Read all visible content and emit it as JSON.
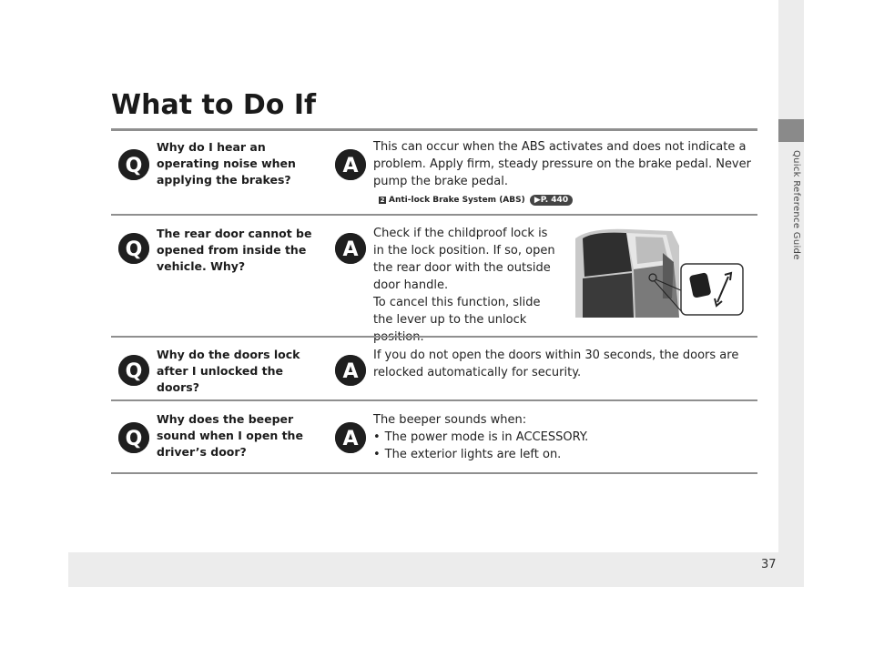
{
  "page": {
    "title": "What to Do If",
    "side_label": "Quick Reference Guide",
    "page_number": "37"
  },
  "qa": [
    {
      "question": "Why do I hear an operating noise when applying the brakes?",
      "answer": "This can occur when the ABS activates and does not indicate a problem. Apply firm, steady pressure on the brake pedal. Never pump the brake pedal.",
      "reference": {
        "icon": "2",
        "text": "Anti-lock Brake System (ABS)",
        "page": "P. 440"
      }
    },
    {
      "question": "The rear door cannot be opened from inside the vehicle. Why?",
      "answer_lines": [
        "Check if the childproof lock is in the lock position. If so, open the rear door with the outside door handle.",
        "To cancel this function, slide the lever up to the unlock position."
      ]
    },
    {
      "question": "Why do the doors lock after I unlocked the doors?",
      "answer": "If you do not open the doors within 30 seconds, the doors are relocked automatically for security."
    },
    {
      "question": "Why does the beeper sound when I open the driver’s door?",
      "answer_intro": "The beeper sounds when:",
      "bullets": [
        "The power mode is in ACCESSORY.",
        "The exterior lights are left on."
      ]
    }
  ],
  "icons": {
    "q": "q-badge-icon",
    "a": "a-badge-icon",
    "ref": "reference-arrow-icon"
  }
}
